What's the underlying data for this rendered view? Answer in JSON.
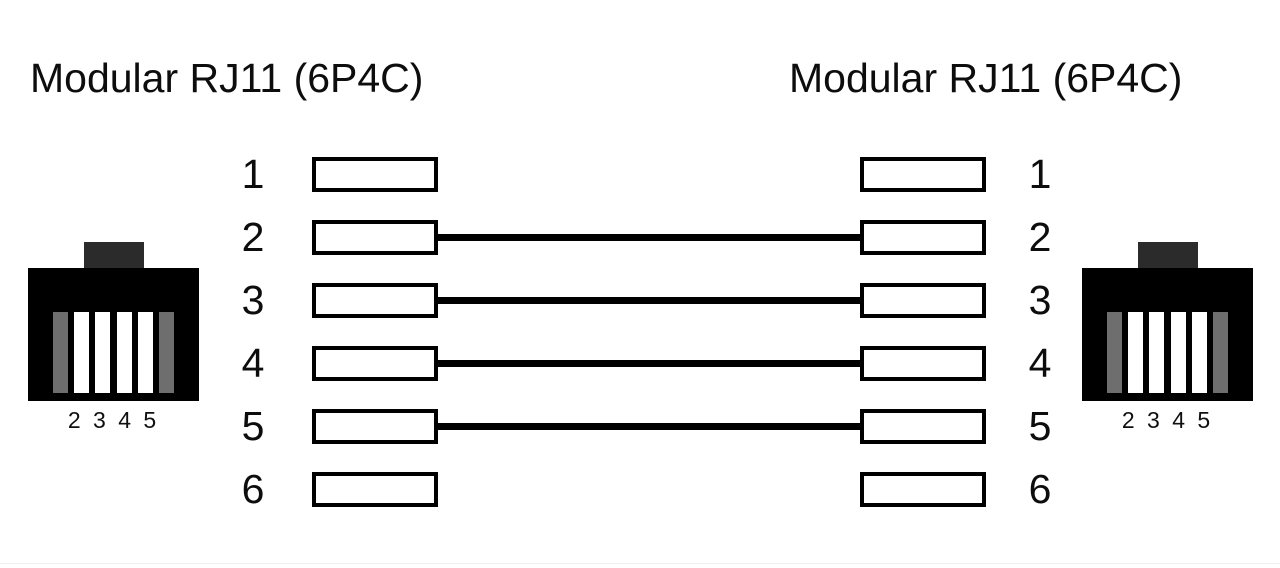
{
  "diagram": {
    "left_title": "Modular RJ11 (6P4C)",
    "right_title": "Modular RJ11 (6P4C)",
    "background_color": "#ffffff",
    "line_color": "#000000",
    "pin_active_color": "#ffffff",
    "pin_inactive_color": "#6e6e6e",
    "connector_body_color": "#000000",
    "connector_tab_color": "#2b2b2b"
  },
  "left_connector": {
    "name": "rj11-connector-left",
    "caption": "2 3 4 5",
    "pins": [
      {
        "index": 1,
        "state": "inactive"
      },
      {
        "index": 2,
        "state": "active"
      },
      {
        "index": 3,
        "state": "active"
      },
      {
        "index": 4,
        "state": "active"
      },
      {
        "index": 5,
        "state": "active"
      },
      {
        "index": 6,
        "state": "inactive"
      }
    ]
  },
  "right_connector": {
    "name": "rj11-connector-right",
    "caption": "2 3 4 5",
    "pins": [
      {
        "index": 1,
        "state": "inactive"
      },
      {
        "index": 2,
        "state": "active"
      },
      {
        "index": 3,
        "state": "active"
      },
      {
        "index": 4,
        "state": "active"
      },
      {
        "index": 5,
        "state": "active"
      },
      {
        "index": 6,
        "state": "inactive"
      }
    ]
  },
  "pinout": {
    "left_labels": [
      "1",
      "2",
      "3",
      "4",
      "5",
      "6"
    ],
    "right_labels": [
      "1",
      "2",
      "3",
      "4",
      "5",
      "6"
    ],
    "wiring_type": "straight-through",
    "connections": [
      {
        "left_pin": "1",
        "right_pin": "1",
        "wired": false
      },
      {
        "left_pin": "2",
        "right_pin": "2",
        "wired": true
      },
      {
        "left_pin": "3",
        "right_pin": "3",
        "wired": true
      },
      {
        "left_pin": "4",
        "right_pin": "4",
        "wired": true
      },
      {
        "left_pin": "5",
        "right_pin": "5",
        "wired": true
      },
      {
        "left_pin": "6",
        "right_pin": "6",
        "wired": false
      }
    ]
  }
}
